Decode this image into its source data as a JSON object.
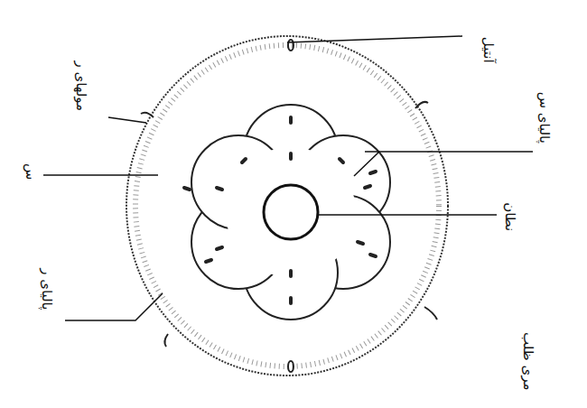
{
  "diagram": {
    "labels": [
      "مولهای ر",
      "آنتیل",
      "پالیای س",
      "نطان",
      "س",
      "پالیای ر",
      "مری ظلب"
    ]
  }
}
